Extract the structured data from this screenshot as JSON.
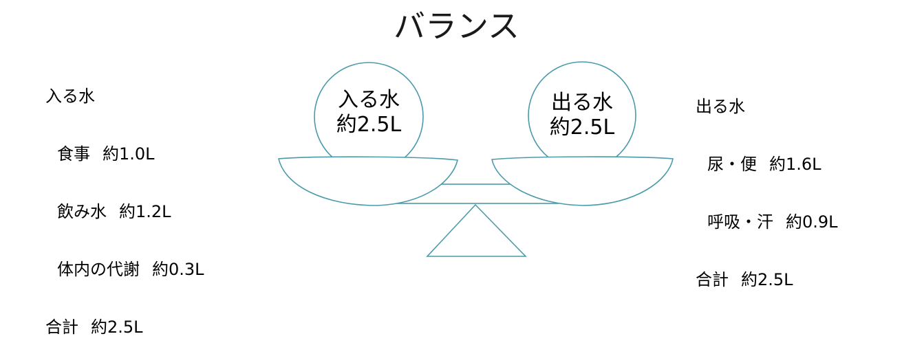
{
  "title": "バランス",
  "intake": {
    "heading": "入る水",
    "items": [
      {
        "label": "食事",
        "amount": "約1.0L"
      },
      {
        "label": "飲み水",
        "amount": "約1.2L"
      },
      {
        "label": "体内の代謝",
        "amount": "約0.3L"
      }
    ],
    "total_label": "合計",
    "total_amount": "約2.5L"
  },
  "output": {
    "heading": "出る水",
    "items": [
      {
        "label": "尿・便",
        "amount": "約1.6L"
      },
      {
        "label": "呼吸・汗",
        "amount": "約0.9L"
      }
    ],
    "total_label": "合計",
    "total_amount": "約2.5L"
  },
  "balance": {
    "left_ball": {
      "label": "入る水",
      "amount": "約2.5L"
    },
    "right_ball": {
      "label": "出る水",
      "amount": "約2.5L"
    }
  },
  "colors": {
    "stroke": "#4a9aaa",
    "text": "#000000"
  }
}
